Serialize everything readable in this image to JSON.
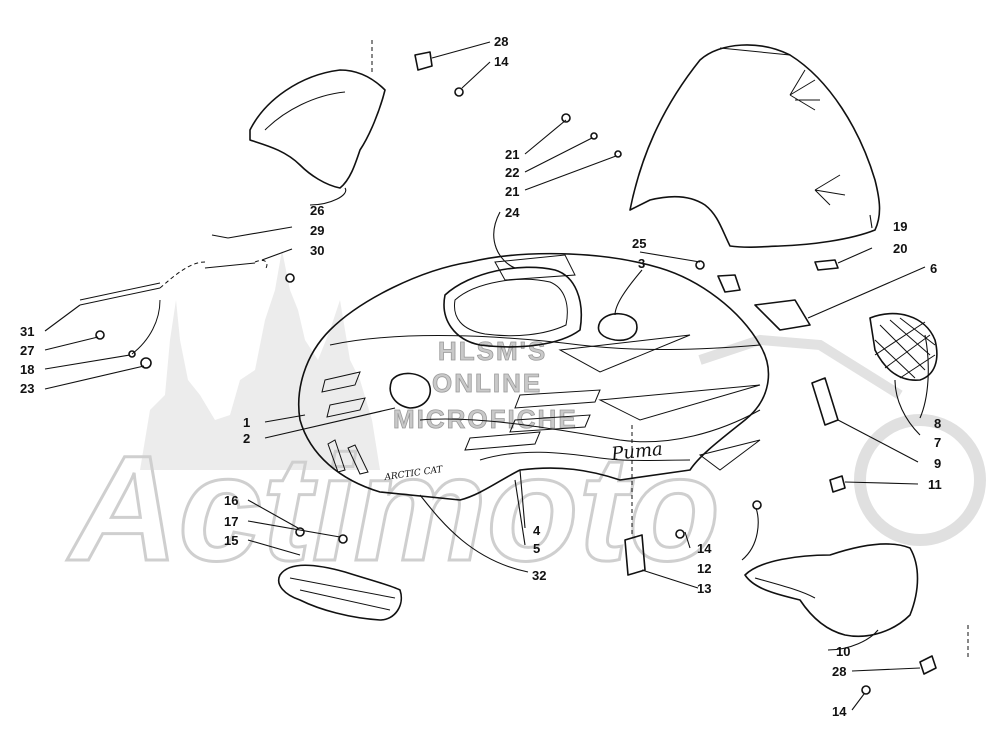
{
  "watermark": {
    "lines": [
      "HLSM'S",
      "ONLINE",
      "MICROFICHE"
    ],
    "logo_text": "Actimoto"
  },
  "decals": {
    "hood_brand": "ARCTIC CAT",
    "model_script": "Puma"
  },
  "callouts": [
    {
      "id": "c28a",
      "label": "28"
    },
    {
      "id": "c14a",
      "label": "14"
    },
    {
      "id": "c26",
      "label": "26"
    },
    {
      "id": "c29",
      "label": "29"
    },
    {
      "id": "c30",
      "label": "30"
    },
    {
      "id": "c31",
      "label": "31"
    },
    {
      "id": "c27",
      "label": "27"
    },
    {
      "id": "c18",
      "label": "18"
    },
    {
      "id": "c23",
      "label": "23"
    },
    {
      "id": "c21a",
      "label": "21"
    },
    {
      "id": "c22",
      "label": "22"
    },
    {
      "id": "c21b",
      "label": "21"
    },
    {
      "id": "c24",
      "label": "24"
    },
    {
      "id": "c25",
      "label": "25"
    },
    {
      "id": "c3",
      "label": "3"
    },
    {
      "id": "c19",
      "label": "19"
    },
    {
      "id": "c20",
      "label": "20"
    },
    {
      "id": "c6",
      "label": "6"
    },
    {
      "id": "c1",
      "label": "1"
    },
    {
      "id": "c2",
      "label": "2"
    },
    {
      "id": "c8",
      "label": "8"
    },
    {
      "id": "c7",
      "label": "7"
    },
    {
      "id": "c9",
      "label": "9"
    },
    {
      "id": "c11",
      "label": "11"
    },
    {
      "id": "c16",
      "label": "16"
    },
    {
      "id": "c17",
      "label": "17"
    },
    {
      "id": "c15",
      "label": "15"
    },
    {
      "id": "c4",
      "label": "4"
    },
    {
      "id": "c5",
      "label": "5"
    },
    {
      "id": "c14b",
      "label": "14"
    },
    {
      "id": "c12",
      "label": "12"
    },
    {
      "id": "c13",
      "label": "13"
    },
    {
      "id": "c32",
      "label": "32"
    },
    {
      "id": "c10",
      "label": "10"
    },
    {
      "id": "c28b",
      "label": "28"
    },
    {
      "id": "c14c",
      "label": "14"
    }
  ]
}
